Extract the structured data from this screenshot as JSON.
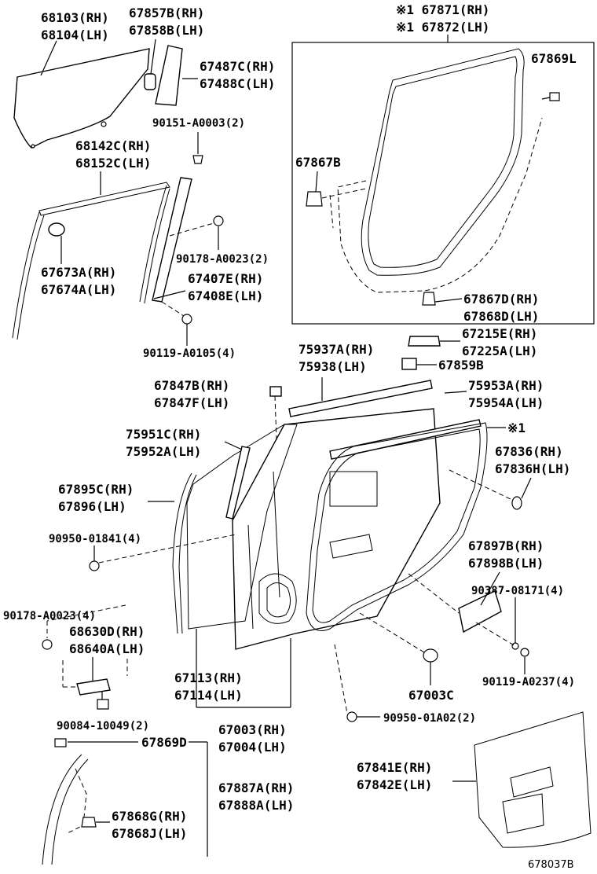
{
  "figure_id": "678037B",
  "labels": [
    {
      "id": "l01",
      "lines": [
        "68103(RH)",
        "68104(LH)"
      ]
    },
    {
      "id": "l02",
      "lines": [
        "67857B(RH)",
        "67858B(LH)"
      ]
    },
    {
      "id": "l03",
      "lines": [
        "67487C(RH)",
        "67488C(LH)"
      ]
    },
    {
      "id": "l04",
      "lines": [
        "90151-A0003(2)"
      ]
    },
    {
      "id": "l05",
      "lines": [
        "68142C(RH)",
        "68152C(LH)"
      ]
    },
    {
      "id": "l06",
      "lines": [
        "90178-A0023(2)"
      ]
    },
    {
      "id": "l07",
      "lines": [
        "67673A(RH)",
        "67674A(LH)"
      ]
    },
    {
      "id": "l08",
      "lines": [
        "67407E(RH)",
        "67408E(LH)"
      ]
    },
    {
      "id": "l09",
      "lines": [
        "90119-A0105(4)"
      ]
    },
    {
      "id": "l10",
      "lines": [
        "※1 67871(RH)",
        "※1 67872(LH)"
      ]
    },
    {
      "id": "l11",
      "lines": [
        "67869L"
      ]
    },
    {
      "id": "l12",
      "lines": [
        "67867B"
      ]
    },
    {
      "id": "l13",
      "lines": [
        "67867D(RH)",
        "67868D(LH)"
      ]
    },
    {
      "id": "l14",
      "lines": [
        "67215E(RH)",
        "67225A(LH)"
      ]
    },
    {
      "id": "l15",
      "lines": [
        "75937A(RH)",
        "75938(LH)"
      ]
    },
    {
      "id": "l16",
      "lines": [
        "67859B"
      ]
    },
    {
      "id": "l17",
      "lines": [
        "67847B(RH)",
        "67847F(LH)"
      ]
    },
    {
      "id": "l18",
      "lines": [
        "75953A(RH)",
        "75954A(LH)"
      ]
    },
    {
      "id": "l19",
      "lines": [
        "75951C(RH)",
        "75952A(LH)"
      ]
    },
    {
      "id": "l20",
      "lines": [
        "※1"
      ]
    },
    {
      "id": "l21",
      "lines": [
        "67836(RH)",
        "67836H(LH)"
      ]
    },
    {
      "id": "l22",
      "lines": [
        "67895C(RH)",
        "67896(LH)"
      ]
    },
    {
      "id": "l23",
      "lines": [
        "90950-01841(4)"
      ]
    },
    {
      "id": "l24",
      "lines": [
        "67897B(RH)",
        "67898B(LH)"
      ]
    },
    {
      "id": "l25",
      "lines": [
        "90387-08171(4)"
      ]
    },
    {
      "id": "l26",
      "lines": [
        "90178-A0023(4)"
      ]
    },
    {
      "id": "l27",
      "lines": [
        "68630D(RH)",
        "68640A(LH)"
      ]
    },
    {
      "id": "l28",
      "lines": [
        "67113(RH)",
        "67114(LH)"
      ]
    },
    {
      "id": "l29",
      "lines": [
        "67003C"
      ]
    },
    {
      "id": "l30",
      "lines": [
        "90119-A0237(4)"
      ]
    },
    {
      "id": "l31",
      "lines": [
        "67003(RH)",
        "67004(LH)"
      ]
    },
    {
      "id": "l32",
      "lines": [
        "90084-10049(2)"
      ]
    },
    {
      "id": "l33",
      "lines": [
        "90950-01A02(2)"
      ]
    },
    {
      "id": "l34",
      "lines": [
        "67869D"
      ]
    },
    {
      "id": "l35",
      "lines": [
        "67841E(RH)",
        "67842E(LH)"
      ]
    },
    {
      "id": "l36",
      "lines": [
        "67887A(RH)",
        "67888A(LH)"
      ]
    },
    {
      "id": "l37",
      "lines": [
        "67868G(RH)",
        "67868J(LH)"
      ]
    }
  ]
}
